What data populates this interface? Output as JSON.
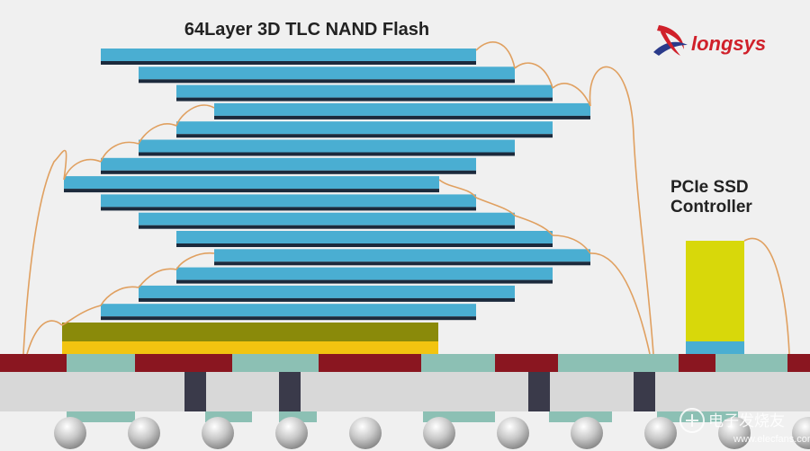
{
  "title": "64Layer 3D TLC NAND Flash",
  "controller_label": [
    "PCIe SSD",
    "Controller"
  ],
  "brand": {
    "name": "longsys",
    "icon": "longsys-logo-icon"
  },
  "watermark": {
    "main": "电子发烧友",
    "sub": "www.elecfans.com",
    "icon": "elecfans-logo-icon"
  },
  "colors": {
    "background": "#f0f0f0",
    "flash_layer": "#4aaed2",
    "flash_layer_shadow": "#1c2a3c",
    "wire": "#e0a060",
    "substrate": "#d8d8d8",
    "substrate_red": "#8a1620",
    "pad": "#8cc0b4",
    "via": "#3a3a4a",
    "base_die_top": "#8a8a0a",
    "base_die_bottom": "#f2c410",
    "controller": "#d8d80a",
    "controller_base": "#4aaed2",
    "ball": "#c8c8c8",
    "brand_red": "#d0202a",
    "brand_blue": "#2a3a8a"
  }
}
